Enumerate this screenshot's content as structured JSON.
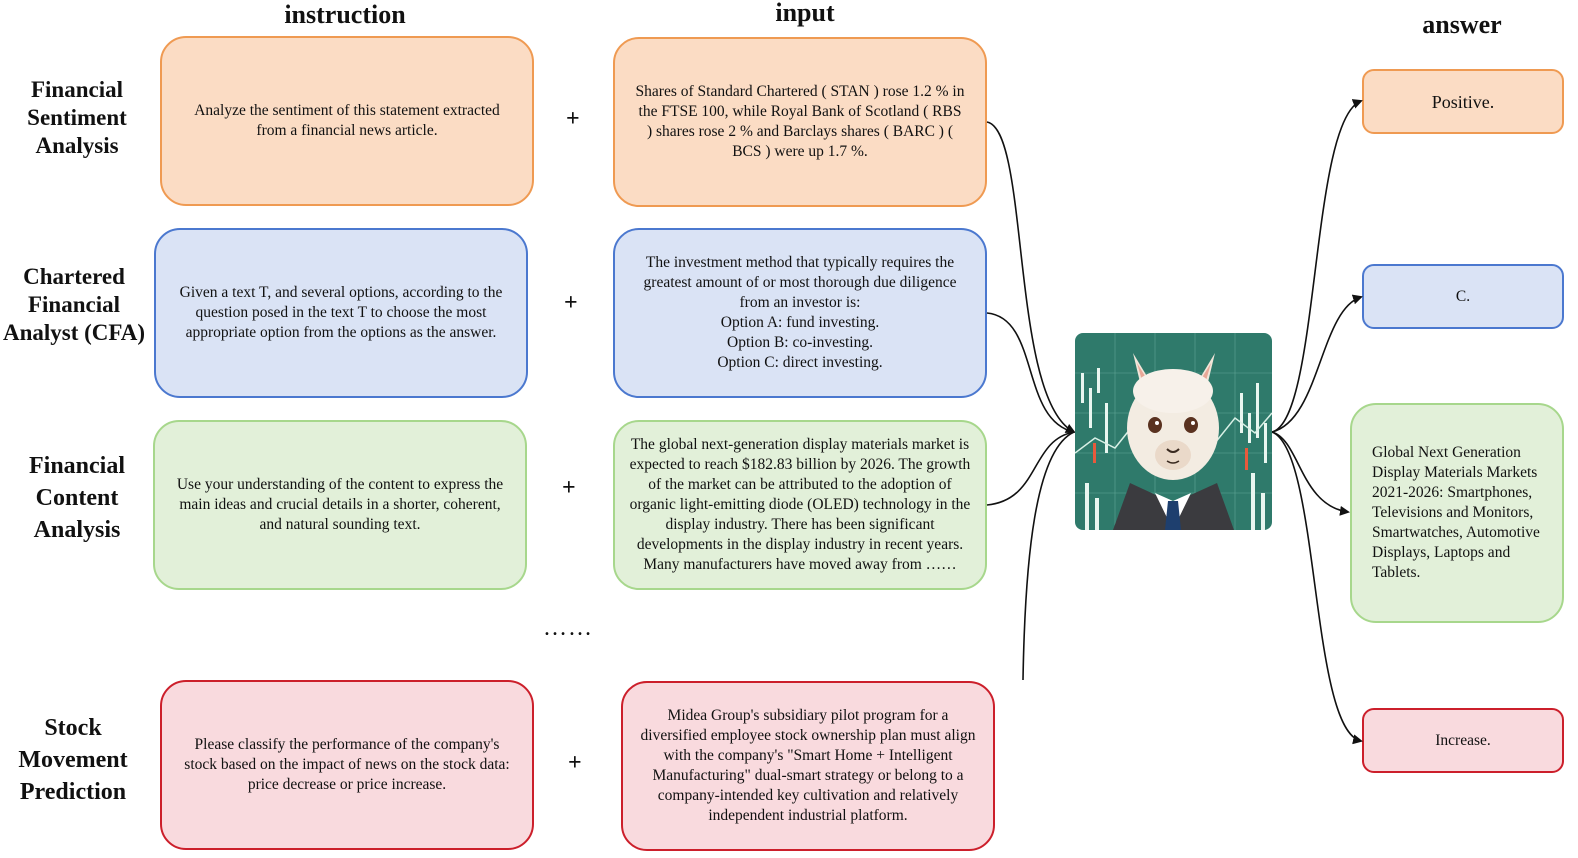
{
  "headers": {
    "instruction": "instruction",
    "input": "input",
    "answer": "answer"
  },
  "tasks": [
    {
      "label": "Financial\nSentiment\nAnalysis",
      "instruction": "Analyze the sentiment of this statement extracted from a financial news article.",
      "input": "Shares of Standard Chartered ( STAN ) rose 1.2 % in the FTSE 100, while Royal Bank of Scotland ( RBS\n) shares rose 2 % and Barclays shares ( BARC ) ( BCS ) were up 1.7 %.",
      "answer": "Positive."
    },
    {
      "label": "Chartered\nFinancial\nAnalyst (CFA)",
      "instruction": "Given a text T, and several options, according to the question posed in the text T to choose the most appropriate option from the options as the answer.",
      "input": "The investment method that typically requires the greatest amount of or most thorough due diligence from an investor is:\nOption A: fund investing.\nOption B: co-investing.\nOption C: direct investing.",
      "answer": "C."
    },
    {
      "label": "Financial\nContent\nAnalysis",
      "instruction": "Use your understanding of the content to express the main ideas and crucial details in a shorter, coherent, and natural sounding text.",
      "input": "The global next-generation display materials market is expected to reach $182.83 billion by 2026. The growth of the market can be attributed to the adoption of organic light-emitting diode (OLED) technology in the display industry. There has been significant developments in the display industry in recent years. Many manufacturers have moved away from ……",
      "answer": "Global Next Generation Display Materials Markets 2021-2026: Smartphones, Televisions and Monitors, Smartwatches, Automotive Displays, Laptops and Tablets."
    },
    {
      "label": "Stock\nMovement\nPrediction",
      "instruction": "Please classify the performance of the company's stock based on the impact of news on the stock data: price decrease or price increase.",
      "input": "Midea Group's subsidiary pilot program for a diversified employee stock ownership plan must align with the company's \"Smart Home + Intelligent Manufacturing\" dual-smart strategy or belong to a company-intended key cultivation and relatively independent industrial platform.",
      "answer": "Increase."
    }
  ],
  "plus": "+",
  "ellipsis": "……",
  "colors": {
    "orange": "#fbdcc4",
    "blue": "#dae3f5",
    "green": "#e2f0d9",
    "red": "#f9dade"
  },
  "model_icon": "llama-in-suit-icon"
}
